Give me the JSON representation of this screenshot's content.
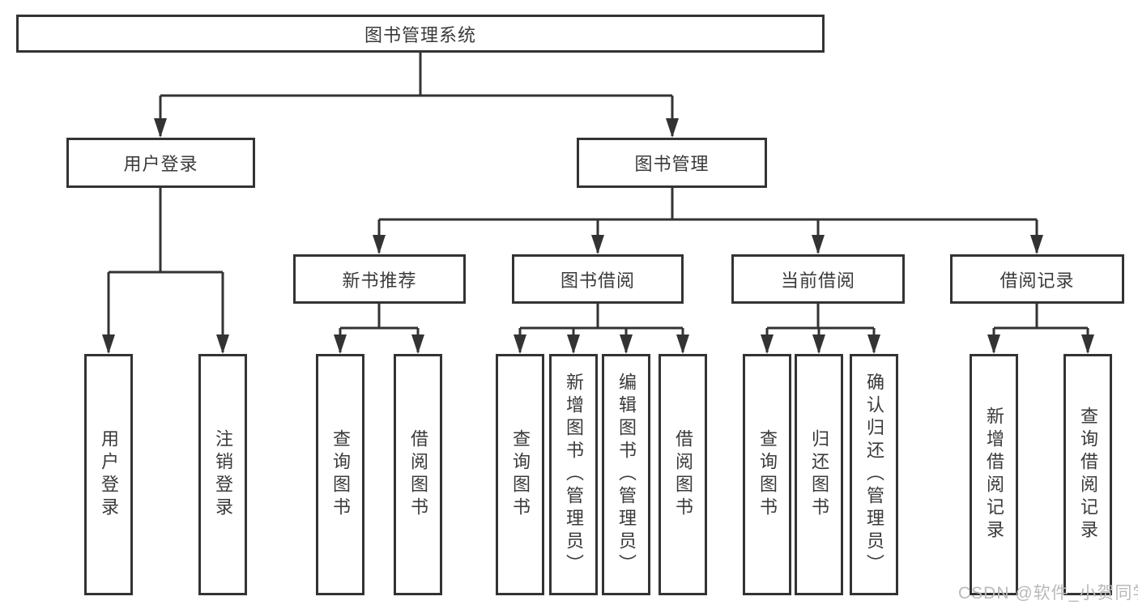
{
  "diagram": {
    "root": {
      "label": "图书管理系统"
    },
    "branches": [
      {
        "label": "用户登录",
        "children": [
          {
            "label": "用户登录"
          },
          {
            "label": "注销登录"
          }
        ]
      },
      {
        "label": "图书管理",
        "groups": [
          {
            "label": "新书推荐",
            "children": [
              {
                "label": "查询图书"
              },
              {
                "label": "借阅图书"
              }
            ]
          },
          {
            "label": "图书借阅",
            "children": [
              {
                "label": "查询图书"
              },
              {
                "label": "新增图书（管理员）"
              },
              {
                "label": "编辑图书（管理员）"
              },
              {
                "label": "借阅图书"
              }
            ]
          },
          {
            "label": "当前借阅",
            "children": [
              {
                "label": "查询图书"
              },
              {
                "label": "归还图书"
              },
              {
                "label": "确认归还（管理员）"
              }
            ]
          },
          {
            "label": "借阅记录",
            "children": [
              {
                "label": "新增借阅记录"
              },
              {
                "label": "查询借阅记录"
              }
            ]
          }
        ]
      }
    ]
  },
  "watermark": {
    "text": "CSDN @软件_小贺同学"
  },
  "colors": {
    "line": "#333333",
    "text": "#3a3a3a",
    "background": "#ffffff",
    "watermark": "#b9b9b9"
  }
}
